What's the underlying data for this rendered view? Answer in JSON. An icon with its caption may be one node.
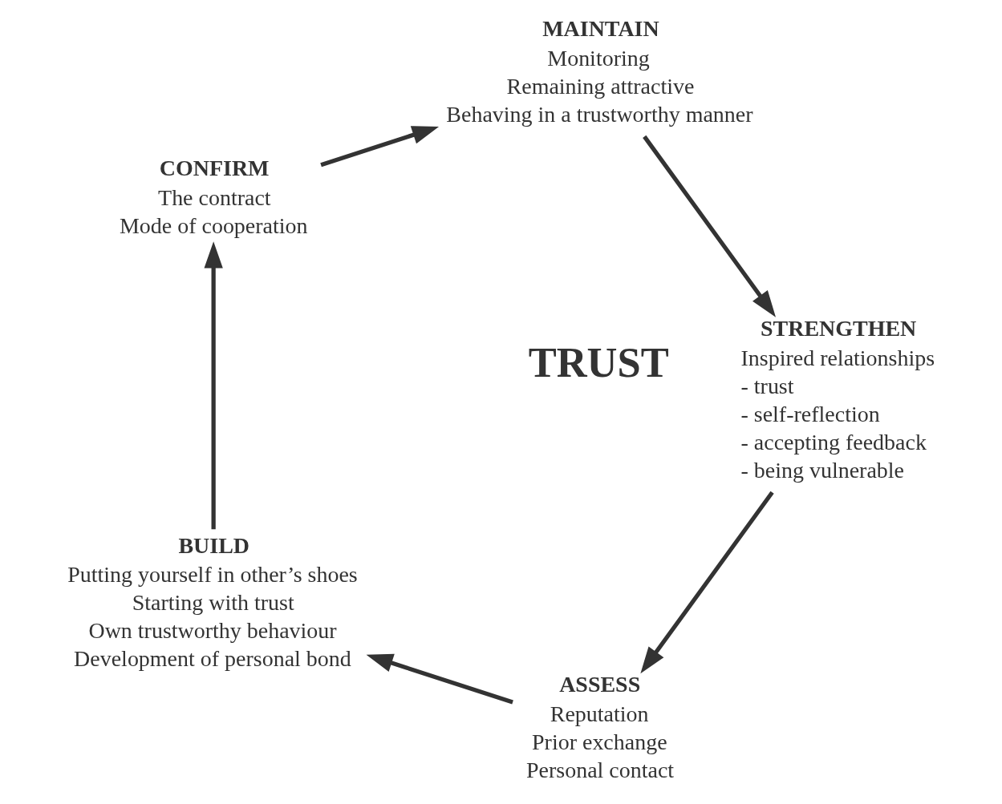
{
  "diagram": {
    "nodes": [
      {
        "text": [
          "ASSESS",
          "Reputation",
          "Prior exchange",
          "Personal contact"
        ]
      },
      {
        "text": [
          "BUILD",
          "Putting yourself in other’s shoes",
          "Starting with trust",
          "Own trustworthy behaviour",
          "Development of personal bond"
        ]
      },
      {
        "text": [
          "CONFIRM",
          "The contract",
          "Mode of cooperation"
        ]
      },
      {
        "text": [
          "MAINTAIN",
          "Monitoring",
          "Remaining attractive",
          "Behaving in a trustworthy manner"
        ]
      },
      {
        "text": [
          "STRENGTHEN",
          "Inspired relationships",
          "- trust",
          "- self-reflection",
          "- accepting feedback",
          "- being vulnerable"
        ]
      }
    ],
    "edges": [
      {
        "from": 0,
        "to": 1,
        "arrow": "to"
      },
      {
        "from": 1,
        "to": 2,
        "arrow": "to"
      },
      {
        "from": 2,
        "to": 3,
        "arrow": "to"
      },
      {
        "from": 3,
        "to": 4,
        "arrow": "to"
      },
      {
        "from": 4,
        "to": 0,
        "arrow": "to"
      }
    ],
    "labels": [
      "TRUST"
    ]
  }
}
